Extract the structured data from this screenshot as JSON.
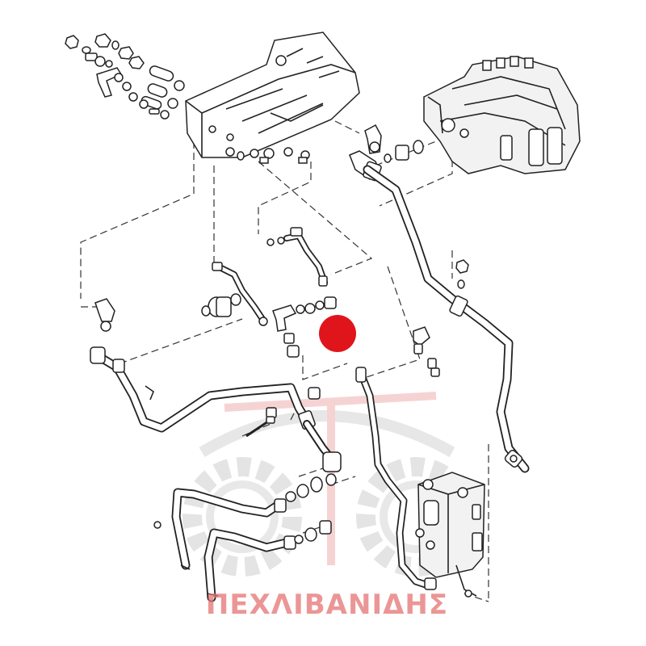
{
  "watermark": {
    "text": "ΠΕΧΛΙΒΑΝΙΔΗΣ",
    "color": "#e57373",
    "logo_color": "#d9d9d9",
    "logo": "gear-and-tractor-logo"
  },
  "marker": {
    "color": "#e0151b",
    "icon": "red-dot-marker"
  },
  "colors": {
    "line": "#222222",
    "background": "#ffffff"
  }
}
